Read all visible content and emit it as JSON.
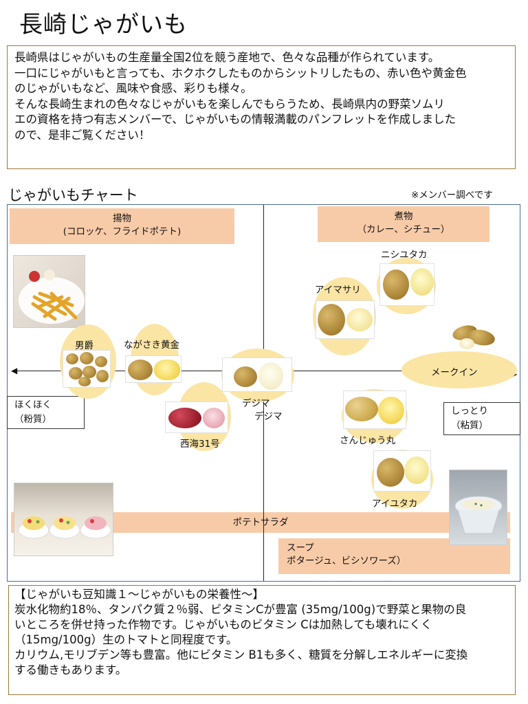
{
  "title": "長崎じゃがいも",
  "intro": "長崎県はじゃがいもの生産量全国2位を競う産地で、色々な品種が作られています。\n一口にじゃがいもと言っても、ホクホクしたものからシットリしたもの、赤い色や黄金色\nのじゃがいもなど、風味や食感、彩りも様々。\nそんな長崎生まれの色々なじゃがいもを楽しんでもらうため、長崎県内の野菜ソムリ\nエの資格を持つ有志メンバーで、じゃがいもの情報満載のパンフレットを作成しました\nので、是非ご覧ください！",
  "chart": {
    "title": "じゃがいもチャート",
    "note": "※メンバー調べです",
    "categories": {
      "fried": {
        "line1": "揚物",
        "line2": "(コロッケ、フライドポテト)"
      },
      "simmered": {
        "line1": "煮物",
        "line2": "（カレー、シチュー）"
      },
      "salad": "ポテトサラダ",
      "soup": {
        "line1": "スープ",
        "line2": "ポタージュ、ビシソワーズ）"
      }
    },
    "axis": {
      "left": {
        "line1": "ほくほく",
        "line2": "（粉質）"
      },
      "right": {
        "line1": "しっとり",
        "line2": "（粘質）"
      }
    },
    "varieties": {
      "danshaku": "男爵",
      "nagasaki_ougon": "ながさき黄金",
      "dejima": "デジマ",
      "dejima2": "デジマ",
      "saikai31": "西海31号",
      "nishiyutaka": "ニシユタカ",
      "aimasari": "アイマサリ",
      "mayqueen": "メークイン",
      "sanjuumaru": "さんじゅう丸",
      "aiyutaka": "アイユタカ"
    }
  },
  "trivia": "【じゃがいも豆知識１～じゃがいもの栄養性～】\n炭水化物約18％、タンパク質２％弱、ビタミンCが豊富 (35mg/100g)で野菜と果物の良\nいところを併せ持った作物です。じゃがいものビタミン Cは加熱しても壊れにくく\n（15mg/100g）生のトマトと同程度です。\nカリウム,モリブデン等も豊富。他にビタミン B1も多く、糖質を分解しエネルギーに変換\nする働きもあります。"
}
